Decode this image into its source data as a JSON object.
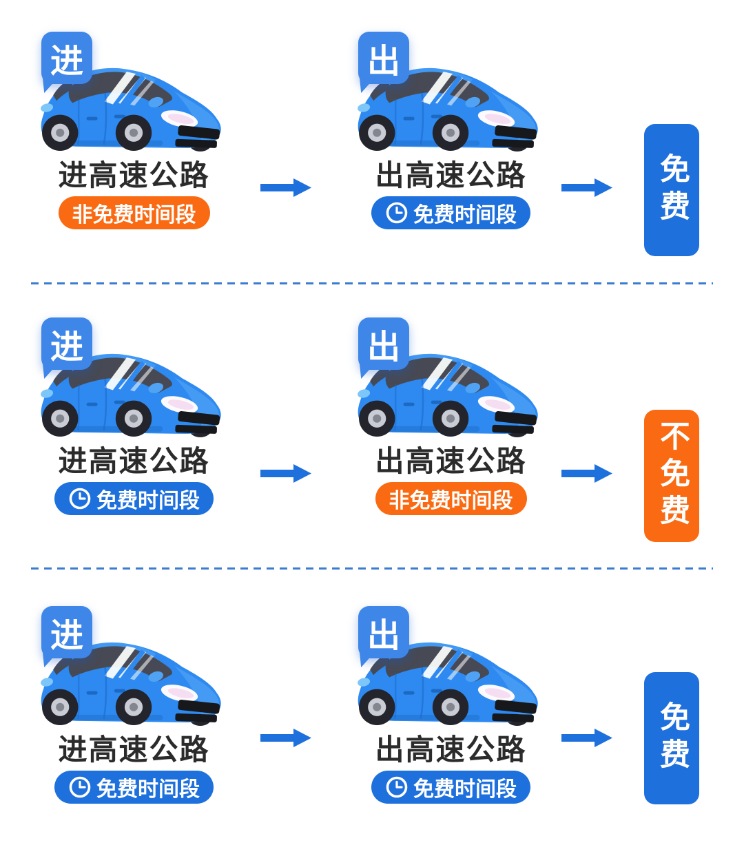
{
  "colors": {
    "primary_blue": "#1E70DC",
    "entry_badge_blue": "#3E86E8",
    "orange": "#FA6A12",
    "title_text": "#2B2B2B",
    "badge_text": "#FFFFFF",
    "separator_blue": "#3B7CD0",
    "car_body_blue": "#2E8AF0"
  },
  "icons": {
    "time_badge_icon": "clock-icon",
    "flow_arrow_icon": "arrow-right-icon",
    "vehicle_illustration": "car-illustration"
  },
  "rows": [
    {
      "steps": [
        {
          "entry_label": "进",
          "title": "进高速公路",
          "badge": {
            "text": "非免费时间段",
            "style": "orange",
            "has_clock": false
          }
        },
        {
          "entry_label": "出",
          "title": "出高速公路",
          "badge": {
            "text": "免费时间段",
            "style": "blue",
            "has_clock": true
          }
        }
      ],
      "result": {
        "text": "免费",
        "style": "blue"
      }
    },
    {
      "steps": [
        {
          "entry_label": "进",
          "title": "进高速公路",
          "badge": {
            "text": "免费时间段",
            "style": "blue",
            "has_clock": true
          }
        },
        {
          "entry_label": "出",
          "title": "出高速公路",
          "badge": {
            "text": "非免费时间段",
            "style": "orange",
            "has_clock": false
          }
        }
      ],
      "result": {
        "text": "不免费",
        "style": "orange"
      }
    },
    {
      "steps": [
        {
          "entry_label": "进",
          "title": "进高速公路",
          "badge": {
            "text": "免费时间段",
            "style": "blue",
            "has_clock": true
          }
        },
        {
          "entry_label": "出",
          "title": "出高速公路",
          "badge": {
            "text": "免费时间段",
            "style": "blue",
            "has_clock": true
          }
        }
      ],
      "result": {
        "text": "免费",
        "style": "blue"
      }
    }
  ]
}
